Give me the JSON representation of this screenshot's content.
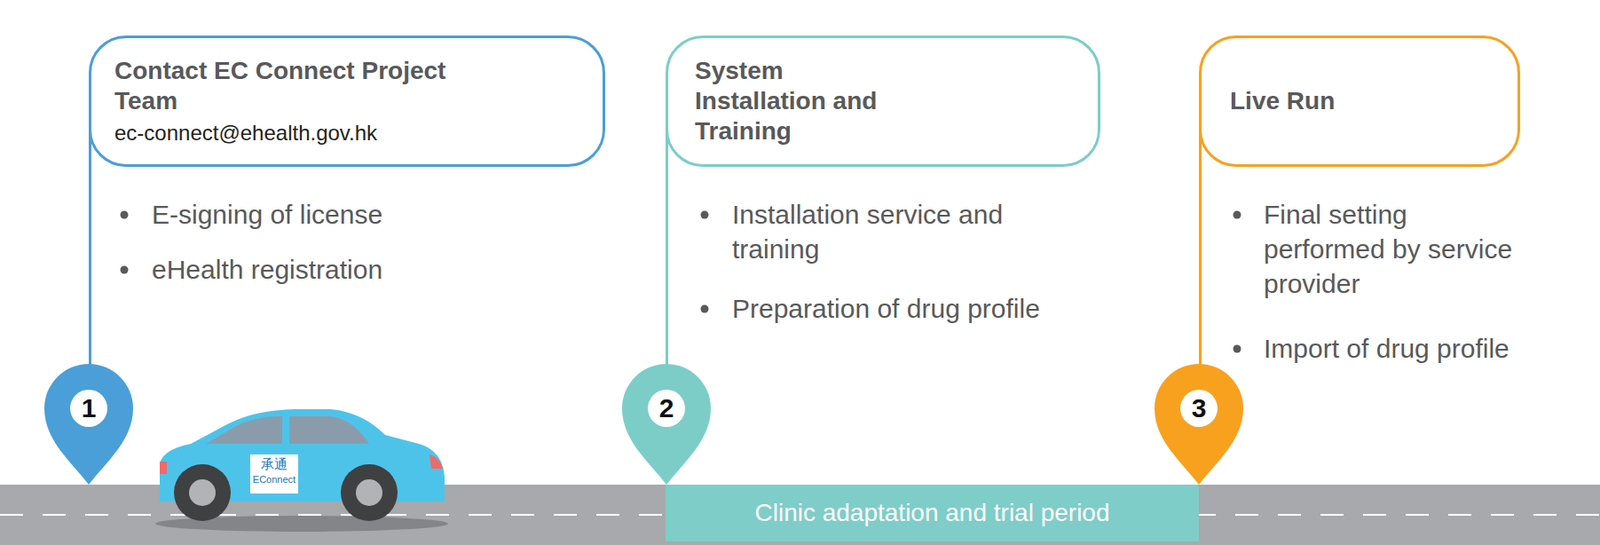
{
  "diagram": {
    "nodes": [
      {
        "text": [
          "Contact EC Connect Project Team",
          "ec-connect@ehealth.gov.hk"
        ]
      },
      {
        "text": [
          "1"
        ]
      },
      {
        "text": [
          "System Installation and Training"
        ]
      },
      {
        "text": [
          "2"
        ]
      },
      {
        "text": [
          "Live Run"
        ]
      },
      {
        "text": [
          "3"
        ]
      },
      {
        "text": [
          "Clinic adaptation and trial period"
        ]
      }
    ],
    "edges": [
      {
        "from": 0,
        "to": 1,
        "arrow": "none"
      },
      {
        "from": 2,
        "to": 3,
        "arrow": "none"
      },
      {
        "from": 4,
        "to": 5,
        "arrow": "none"
      }
    ],
    "labels": [
      "E-signing of license",
      "eHealth registration",
      "Installation service and training",
      "Preparation of drug profile",
      "Final setting performed by service provider",
      "Import of drug profile",
      "承通",
      "EConnect"
    ]
  }
}
